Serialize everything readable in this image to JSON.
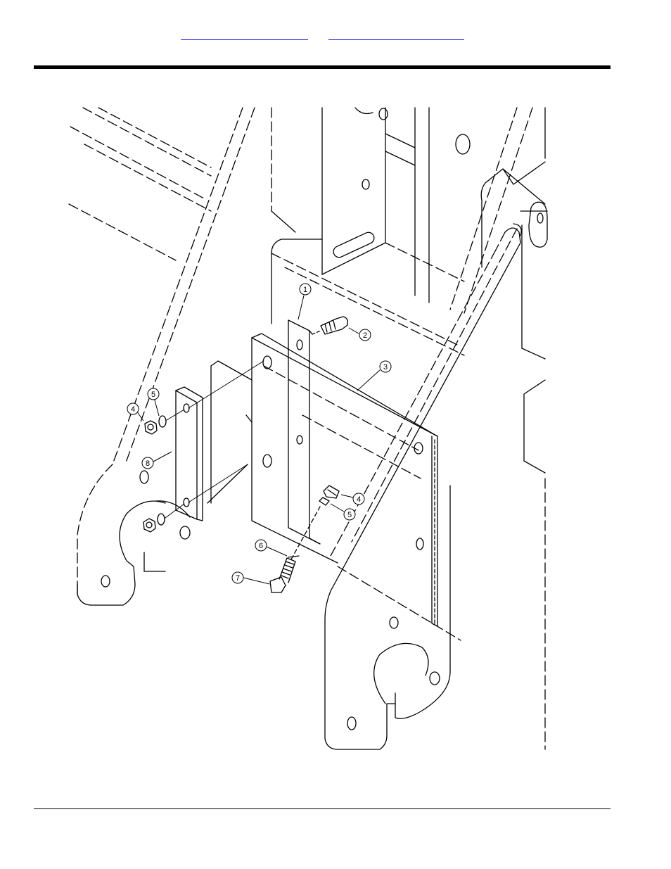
{
  "header": {
    "link_left": "",
    "link_right": ""
  },
  "footer": {
    "left": "",
    "right": ""
  },
  "callouts": [
    {
      "label": "1"
    },
    {
      "label": "2"
    },
    {
      "label": "3"
    },
    {
      "label": "4"
    },
    {
      "label": "5"
    },
    {
      "label": "4"
    },
    {
      "label": "5"
    },
    {
      "label": "6"
    },
    {
      "label": "7"
    },
    {
      "label": "8"
    }
  ]
}
